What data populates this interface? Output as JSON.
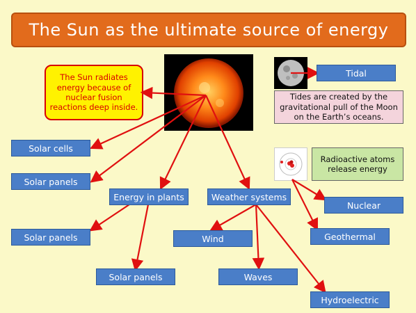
{
  "title": "The Sun as the ultimate source of energy",
  "callout_text": "The Sun radiates energy because of nuclear fusion reactions deep inside.",
  "tides_text": "Tides are created by the gravitational pull of the Moon on the Earth’s oceans.",
  "radioactive_text": "Radioactive atoms release energy",
  "boxes": {
    "tidal": "Tidal",
    "solar_cells": "Solar cells",
    "solar_panels_1": "Solar panels",
    "energy_in_plants": "Energy in plants",
    "weather_systems": "Weather systems",
    "nuclear": "Nuclear",
    "solar_panels_2": "Solar panels",
    "wind": "Wind",
    "geothermal": "Geothermal",
    "solar_panels_3": "Solar panels",
    "waves": "Waves",
    "hydroelectric": "Hydroelectric"
  },
  "colors": {
    "background": "#fbf9c8",
    "title_bg": "#e26b1c",
    "box_bg": "#4a7ec8",
    "arrow": "#e01010",
    "callout_bg": "#fff200",
    "tides_bg": "#f4d4dc",
    "radioactive_bg": "#c9e6a4"
  }
}
